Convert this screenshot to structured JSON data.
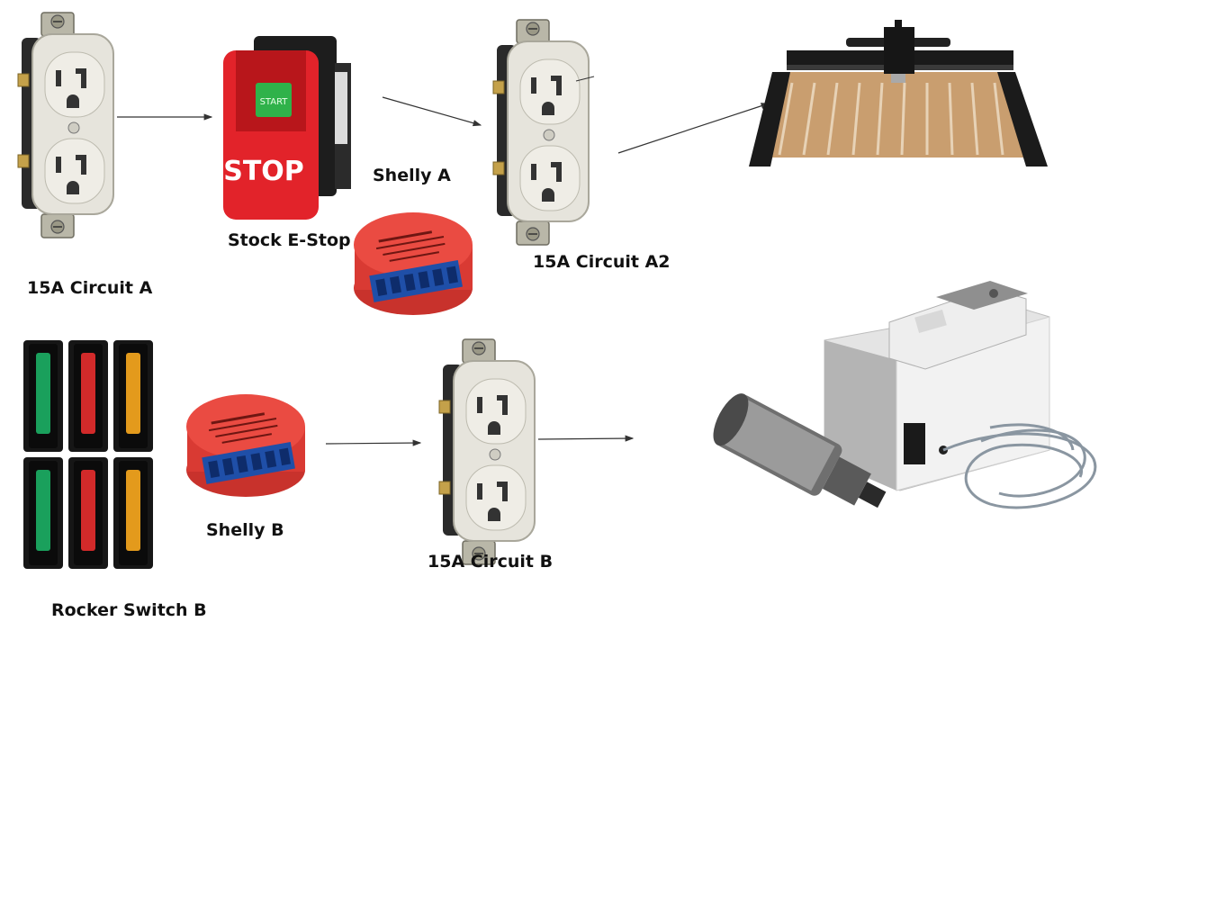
{
  "labels": {
    "circuit_a": "15A Circuit A",
    "estop": "Stock E-Stop",
    "shelly_a": "Shelly A",
    "circuit_a2": "15A Circuit A2",
    "rocker_b": "Rocker Switch B",
    "shelly_b": "Shelly B",
    "circuit_b": "15A Circuit B"
  },
  "estop": {
    "start_text": "START",
    "stop_text": "STOP"
  },
  "shelly_text": "Shelly",
  "icons": [
    "outlet-icon",
    "estop-switch-icon",
    "shelly-relay-icon",
    "cnc-machine-icon",
    "rocker-switches-icon",
    "spindle-vfd-icon"
  ],
  "colors": {
    "estop_red": "#e2232a",
    "start_green": "#2fb24a",
    "shelly_red": "#e8413a",
    "shelly_blue": "#1f4fa8",
    "outlet_body": "#e6e4dc",
    "rocker_green": "#1aa05c",
    "rocker_red": "#d22a2a",
    "rocker_amber": "#e39a1c"
  }
}
